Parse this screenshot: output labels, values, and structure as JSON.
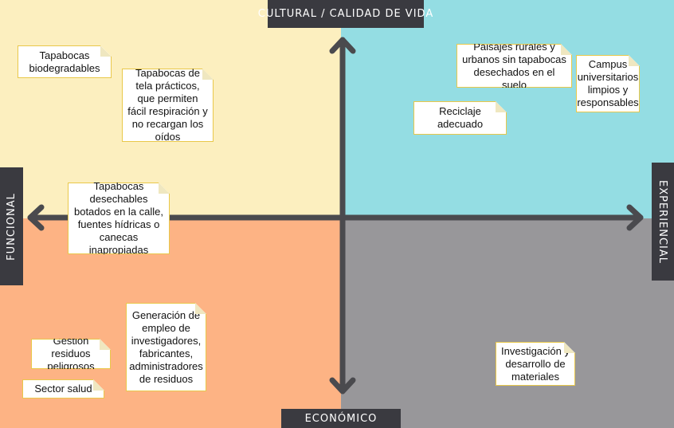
{
  "axes": {
    "top": "CULTURAL / CALIDAD DE VIDA",
    "bottom": "ECONÓMICO",
    "left": "FUNCIONAL",
    "right": "EXPERIENCIAL"
  },
  "colors": {
    "top_left": "#fcefbf",
    "top_right": "#94dde3",
    "bottom_left": "#fdb384",
    "bottom_right": "#98979a",
    "axis": "#4a4a4e",
    "label_bg": "#3a3a40",
    "note_border": "#e9c84a"
  },
  "notes": {
    "tapabocas_bio": "Tapabocas biodegradables",
    "tapabocas_tela": "Tapabocas de tela prácticos, que permiten fácil respiración y no recargan los oídos",
    "desechables": "Tapabocas desechables botados en la calle, fuentes hídricas o canecas inapropiadas",
    "paisajes": "Paisajes rurales y urbanos sin tapabocas desechados en el suelo",
    "campus": "Campus universitarios limpios y responsables",
    "reciclaje": "Reciclaje adecuado",
    "generacion": "Generación de empleo de investigadores, fabricantes, administradores de residuos",
    "gestion": "Gestión residuos peligrosos",
    "sector": "Sector salud",
    "investigacion": "Investigación y desarrollo de materiales"
  }
}
